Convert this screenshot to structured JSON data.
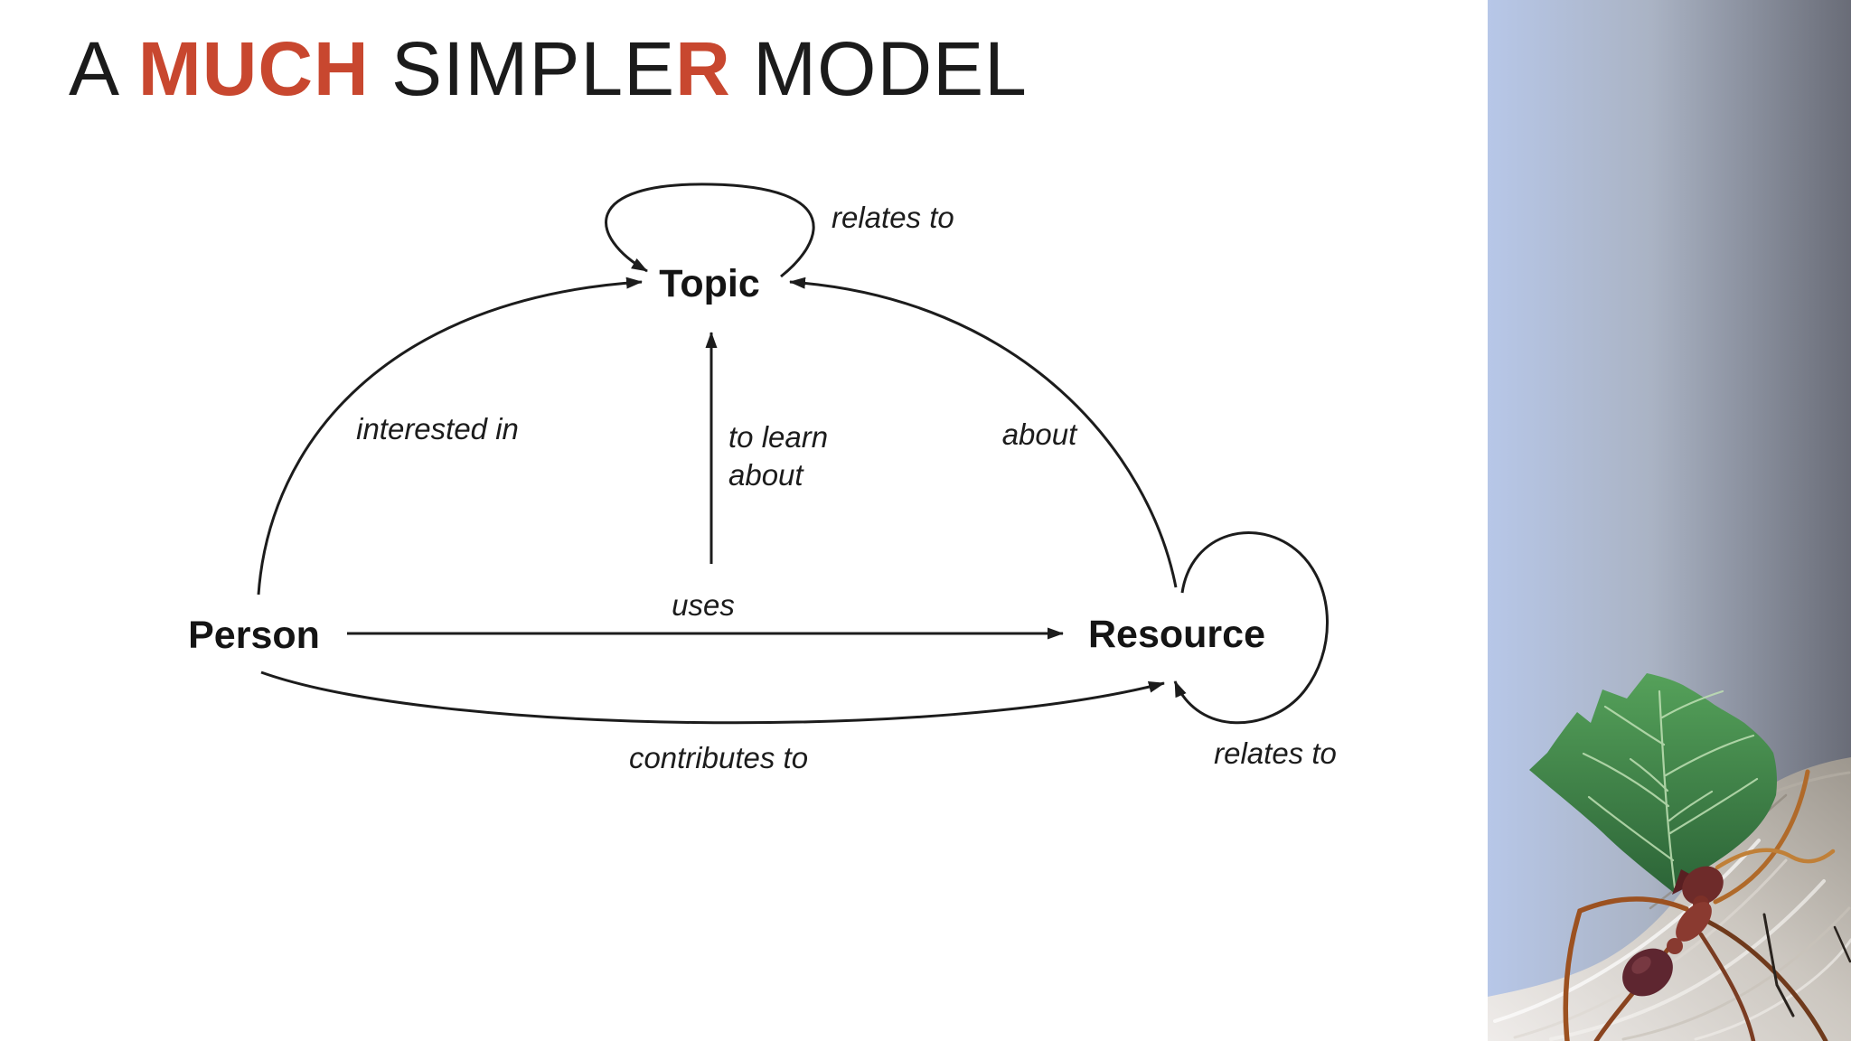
{
  "slide": {
    "background": "#ffffff",
    "text_color": "#1b1b1b",
    "accent_color": "#c8472f",
    "title": {
      "full": "A MUCH SIMPLER MODEL",
      "segments": [
        {
          "text": "A ",
          "emphasis": false
        },
        {
          "text": "MUCH",
          "emphasis": true
        },
        {
          "text": " SIMPLE",
          "emphasis": false
        },
        {
          "text": "R",
          "emphasis": true
        },
        {
          "text": " MODEL",
          "emphasis": false
        }
      ]
    }
  },
  "diagram": {
    "line_color": "#1c1c1c",
    "nodes": [
      {
        "id": "topic",
        "label": "Topic"
      },
      {
        "id": "person",
        "label": "Person"
      },
      {
        "id": "resource",
        "label": "Resource"
      }
    ],
    "edges": [
      {
        "from": "Person",
        "to": "Topic",
        "label": "interested in"
      },
      {
        "from": "Person",
        "to": "Topic",
        "label": "to learn about"
      },
      {
        "from": "Person",
        "to": "Resource",
        "label": "uses"
      },
      {
        "from": "Person",
        "to": "Resource",
        "label": "contributes to"
      },
      {
        "from": "Resource",
        "to": "Topic",
        "label": "about"
      },
      {
        "from": "Topic",
        "to": "Topic",
        "label": "relates to"
      },
      {
        "from": "Resource",
        "to": "Resource",
        "label": "relates to"
      }
    ],
    "labels": {
      "topic": "Topic",
      "person": "Person",
      "resource": "Resource",
      "topic_loop": "relates to",
      "interested_in": "interested in",
      "to_learn_line1": "to learn",
      "to_learn_line2": "about",
      "about": "about",
      "uses": "uses",
      "contributes_to": "contributes to",
      "resource_loop": "relates to"
    }
  },
  "photo": {
    "subject": "leafcutter-ant-carrying-leaf",
    "colors": {
      "sky_left": "#b7c7e8",
      "sky_mid": "#aab3c4",
      "sky_right": "#696c77",
      "leaf_top": "#55a15a",
      "leaf_bottom": "#2c6437",
      "leaf_vein": "#bfe0b4",
      "wood_light": "#efecea",
      "wood_dark": "#9d978e",
      "ant_head": "#6e2b2a",
      "ant_thorax": "#8a3a30",
      "ant_abdomen": "#5e2630",
      "ant_leg": "#9c5120",
      "ant_antenna": "#c08038"
    }
  }
}
